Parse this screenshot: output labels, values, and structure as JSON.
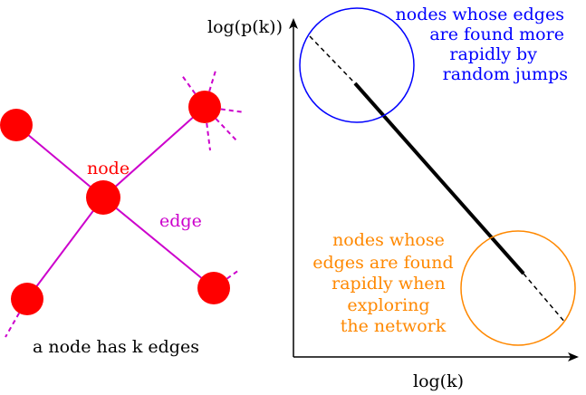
{
  "network": {
    "node_label": "node",
    "edge_label": "edge",
    "caption": "a node has k edges"
  },
  "plot": {
    "y_axis_label": "log(p(k))",
    "x_axis_label": "log(k)"
  },
  "annotations": {
    "random_jumps": [
      "nodes whose edges",
      "are found more",
      "rapidly by",
      "random jumps"
    ],
    "exploring": [
      "nodes whose",
      "edges are found",
      "rapidly when",
      "exploring",
      "the network"
    ]
  },
  "colors": {
    "node": "#ff0000",
    "edge": "#cc00cc",
    "node_text": "#ff0000",
    "edge_text": "#cc00cc",
    "axis": "#000000",
    "blue": "#0000ff",
    "orange": "#ff8800"
  }
}
